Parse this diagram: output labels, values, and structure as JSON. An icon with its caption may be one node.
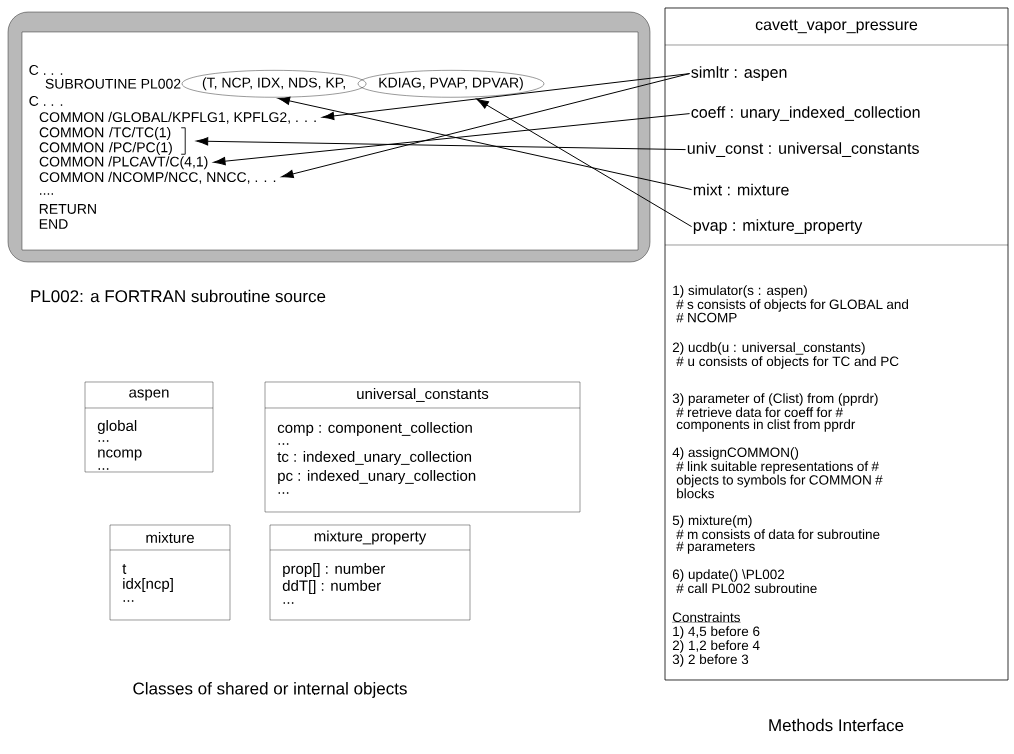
{
  "diagram": {
    "nodes": [
      {
        "text": [],
        "shape": "box"
      },
      {
        "text": [
          "(T, NCP, IDX, NDS, KP,"
        ],
        "in": 0
      },
      {
        "text": [
          "KDIAG, PVAP, DPVAR)"
        ],
        "in": 0
      },
      {
        "text": [
          "COMMON /GLOBAL/KPFLG1, KPFLG2, . . ."
        ],
        "in": 0
      },
      {
        "text": [
          "COMMON /TC/TC(1)",
          "COMMON /PC/PC(1)"
        ],
        "in": 0
      },
      {
        "text": [
          "COMMON /PLCAVT/C(4,1)"
        ],
        "in": 0
      },
      {
        "text": [
          "COMMON /NCOMP/NCC, NNCC, . . ."
        ],
        "in": 0
      },
      {
        "text": [
          "cavett_vapor_pressure",
          "1) simulator(s : aspen)",
          "# s consists of objects for GLOBAL and # NCOMP",
          "2) ucdb(u : universal_constants)",
          "# u consists of objects for TC and PC",
          "3) parameter of (Clist) from (pprdr)",
          "# retrieve data for coeff for # components in clist from pprdr",
          "4) assignCOMMON()",
          "# link suitable representations of # objects to symbols for COMMON # blocks",
          "5) mixture(m)",
          "# m consists of data for subroutine # parameters",
          "6) update() \\PL002",
          "# call PL002 subroutine",
          "Constraints",
          "1) 4,5 before 6",
          "2) 1,2 before 4",
          "3) 2 before 3"
        ]
      },
      {
        "text": [
          "simltr : aspen"
        ],
        "in": 7
      },
      {
        "text": [
          "coeff : unary_indexed_collection"
        ],
        "in": 7
      },
      {
        "text": [
          "univ_const : universal_constants"
        ],
        "in": 7
      },
      {
        "text": [
          "mixt : mixture"
        ],
        "in": 7
      },
      {
        "text": [
          "pvap : mixture_property"
        ],
        "in": 7
      },
      {
        "text": [
          "aspen",
          "global",
          "...",
          "ncomp",
          "..."
        ]
      },
      {
        "text": [
          "universal_constants",
          "comp : component_collection",
          "...",
          "tc : indexed_unary_collection",
          "pc : indexed_unary_collection",
          "..."
        ]
      },
      {
        "text": [
          "mixture",
          "t",
          "idx[ncp]",
          "..."
        ]
      },
      {
        "text": [
          "mixture_property",
          "prop[] : number",
          "ddT[] : number",
          "..."
        ]
      }
    ],
    "edges": [
      {
        "from": 8,
        "to": 3,
        "arrow": "to"
      },
      {
        "from": 8,
        "to": 6,
        "arrow": "to"
      },
      {
        "from": 9,
        "to": 5,
        "arrow": "to"
      },
      {
        "from": 10,
        "to": 4,
        "arrow": "to"
      },
      {
        "from": 11,
        "to": 1,
        "arrow": "to"
      },
      {
        "from": 12,
        "to": 2,
        "arrow": "to"
      }
    ],
    "labels": [
      "C . . .",
      "SUBROUTINE PL002",
      "C . . .",
      "....",
      "RETURN",
      "END",
      "PL002: a FORTRAN subroutine source",
      "Classes of shared or internal objects",
      "Methods Interface"
    ]
  }
}
